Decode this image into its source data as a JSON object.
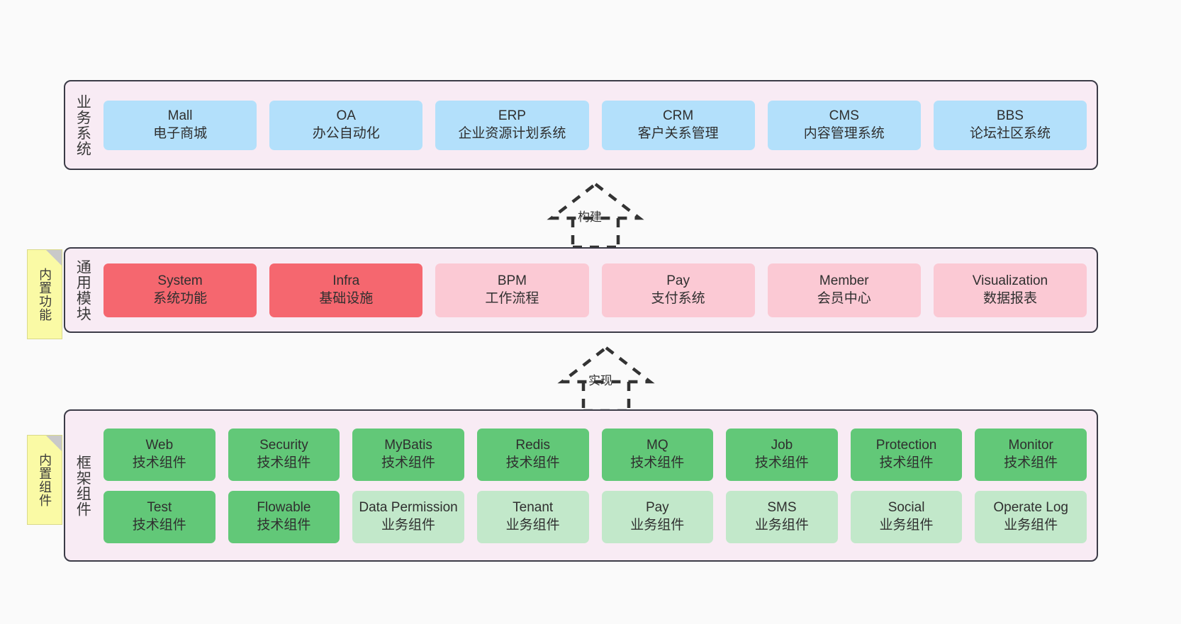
{
  "diagram": {
    "title": "",
    "colors": {
      "canvas": "#fafafa",
      "layer_bg": "#f8ebf4",
      "layer_border": "#3b3b47",
      "business_box": "#b3e0fb",
      "core_module_box": "#f5676f",
      "module_box": "#fbc9d4",
      "tech_component_box": "#62c878",
      "business_component_box": "#c2e8ca",
      "sticky_note": "#fafaa5",
      "sticky_fold": "#c9c9c9"
    },
    "layers": [
      {
        "id": "business",
        "title": "业务系统",
        "rows": [
          {
            "cells": [
              {
                "name": "Mall",
                "sub": "电子商城",
                "style": "c-blue"
              },
              {
                "name": "OA",
                "sub": "办公自动化",
                "style": "c-blue"
              },
              {
                "name": "ERP",
                "sub": "企业资源计划系统",
                "style": "c-blue"
              },
              {
                "name": "CRM",
                "sub": "客户关系管理",
                "style": "c-blue"
              },
              {
                "name": "CMS",
                "sub": "内容管理系统",
                "style": "c-blue"
              },
              {
                "name": "BBS",
                "sub": "论坛社区系统",
                "style": "c-blue"
              }
            ]
          }
        ]
      },
      {
        "id": "common",
        "title": "通用模块",
        "rows": [
          {
            "cells": [
              {
                "name": "System",
                "sub": "系统功能",
                "style": "c-red"
              },
              {
                "name": "Infra",
                "sub": "基础设施",
                "style": "c-red"
              },
              {
                "name": "BPM",
                "sub": "工作流程",
                "style": "c-pink"
              },
              {
                "name": "Pay",
                "sub": "支付系统",
                "style": "c-pink"
              },
              {
                "name": "Member",
                "sub": "会员中心",
                "style": "c-pink"
              },
              {
                "name": "Visualization",
                "sub": "数据报表",
                "style": "c-pink"
              }
            ]
          }
        ]
      },
      {
        "id": "framework",
        "title": "框架组件",
        "rows": [
          {
            "cells": [
              {
                "name": "Web",
                "sub": "技术组件",
                "style": "c-green"
              },
              {
                "name": "Security",
                "sub": "技术组件",
                "style": "c-green"
              },
              {
                "name": "MyBatis",
                "sub": "技术组件",
                "style": "c-green"
              },
              {
                "name": "Redis",
                "sub": "技术组件",
                "style": "c-green"
              },
              {
                "name": "MQ",
                "sub": "技术组件",
                "style": "c-green"
              },
              {
                "name": "Job",
                "sub": "技术组件",
                "style": "c-green"
              },
              {
                "name": "Protection",
                "sub": "技术组件",
                "style": "c-green"
              },
              {
                "name": "Monitor",
                "sub": "技术组件",
                "style": "c-green"
              }
            ]
          },
          {
            "cells": [
              {
                "name": "Test",
                "sub": "技术组件",
                "style": "c-green"
              },
              {
                "name": "Flowable",
                "sub": "技术组件",
                "style": "c-green"
              },
              {
                "name": "Data Permission",
                "sub": "业务组件",
                "style": "c-lightgreen"
              },
              {
                "name": "Tenant",
                "sub": "业务组件",
                "style": "c-lightgreen"
              },
              {
                "name": "Pay",
                "sub": "业务组件",
                "style": "c-lightgreen"
              },
              {
                "name": "SMS",
                "sub": "业务组件",
                "style": "c-lightgreen"
              },
              {
                "name": "Social",
                "sub": "业务组件",
                "style": "c-lightgreen"
              },
              {
                "name": "Operate Log",
                "sub": "业务组件",
                "style": "c-lightgreen"
              }
            ]
          }
        ]
      }
    ],
    "sticky_notes": [
      {
        "id": "common",
        "label": "内置功能"
      },
      {
        "id": "framework",
        "label": "内置组件"
      }
    ],
    "arrows": [
      {
        "id": "build",
        "label": "构建",
        "style": "dashed-generalization",
        "direction": "up"
      },
      {
        "id": "impl",
        "label": "实现",
        "style": "dashed-generalization",
        "direction": "up"
      }
    ]
  }
}
